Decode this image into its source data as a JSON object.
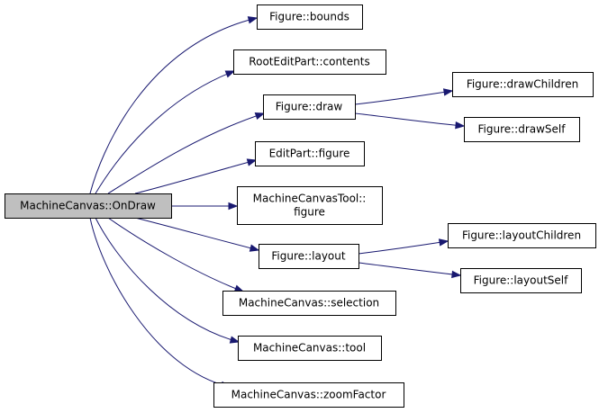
{
  "nodes": {
    "root": {
      "lines": [
        "MachineCanvas::OnDraw"
      ]
    },
    "bounds": {
      "lines": [
        "Figure::bounds"
      ]
    },
    "contents": {
      "lines": [
        "RootEditPart::contents"
      ]
    },
    "draw": {
      "lines": [
        "Figure::draw"
      ]
    },
    "drawChildren": {
      "lines": [
        "Figure::drawChildren"
      ]
    },
    "drawSelf": {
      "lines": [
        "Figure::drawSelf"
      ]
    },
    "editpartFigure": {
      "lines": [
        "EditPart::figure"
      ]
    },
    "toolFigure": {
      "lines": [
        "MachineCanvasTool::",
        "figure"
      ]
    },
    "layout": {
      "lines": [
        "Figure::layout"
      ]
    },
    "layoutChildren": {
      "lines": [
        "Figure::layoutChildren"
      ]
    },
    "layoutSelf": {
      "lines": [
        "Figure::layoutSelf"
      ]
    },
    "selection": {
      "lines": [
        "MachineCanvas::selection"
      ]
    },
    "tool": {
      "lines": [
        "MachineCanvas::tool"
      ]
    },
    "zoomFactor": {
      "lines": [
        "MachineCanvas::zoomFactor"
      ]
    }
  },
  "edges": [
    {
      "from": "root",
      "to": "bounds"
    },
    {
      "from": "root",
      "to": "contents"
    },
    {
      "from": "root",
      "to": "draw"
    },
    {
      "from": "root",
      "to": "editpartFigure"
    },
    {
      "from": "root",
      "to": "toolFigure"
    },
    {
      "from": "root",
      "to": "layout"
    },
    {
      "from": "root",
      "to": "selection"
    },
    {
      "from": "root",
      "to": "tool"
    },
    {
      "from": "root",
      "to": "zoomFactor"
    },
    {
      "from": "draw",
      "to": "drawChildren"
    },
    {
      "from": "draw",
      "to": "drawSelf"
    },
    {
      "from": "layout",
      "to": "layoutChildren"
    },
    {
      "from": "layout",
      "to": "layoutSelf"
    }
  ],
  "colors": {
    "edge": "#191970",
    "node_fill": "#ffffff",
    "root_fill": "#bfbfbf",
    "node_border": "#000000"
  }
}
